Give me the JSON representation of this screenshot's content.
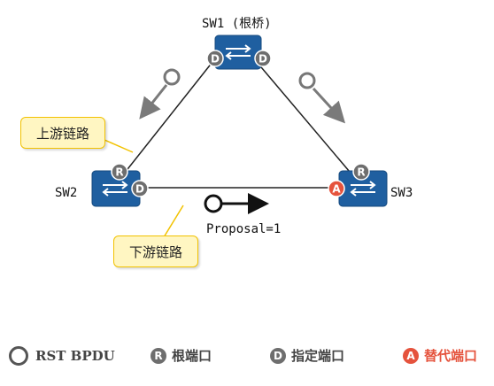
{
  "switches": {
    "sw1": {
      "label": "SW1 (根桥)"
    },
    "sw2": {
      "label": "SW2"
    },
    "sw3": {
      "label": "SW3"
    }
  },
  "ports": {
    "sw1_left": "D",
    "sw1_right": "D",
    "sw2_top": "R",
    "sw2_right": "D",
    "sw3_top": "R",
    "sw3_left": "A"
  },
  "callouts": {
    "upstream": "上游链路",
    "downstream": "下游链路"
  },
  "proposal_label": "Proposal=1",
  "legend": {
    "bpdu": "RST BPDU",
    "root_port_letter": "R",
    "root_port": "根端口",
    "designated_port_letter": "D",
    "designated_port": "指定端口",
    "alternate_port_letter": "A",
    "alternate_port": "替代端口"
  },
  "colors": {
    "switch_blue": "#1f5fa0",
    "port_gray": "#6e6e6e",
    "alternate_red": "#e5533d",
    "callout_fill": "#fff6c2",
    "callout_border": "#f2c200"
  }
}
